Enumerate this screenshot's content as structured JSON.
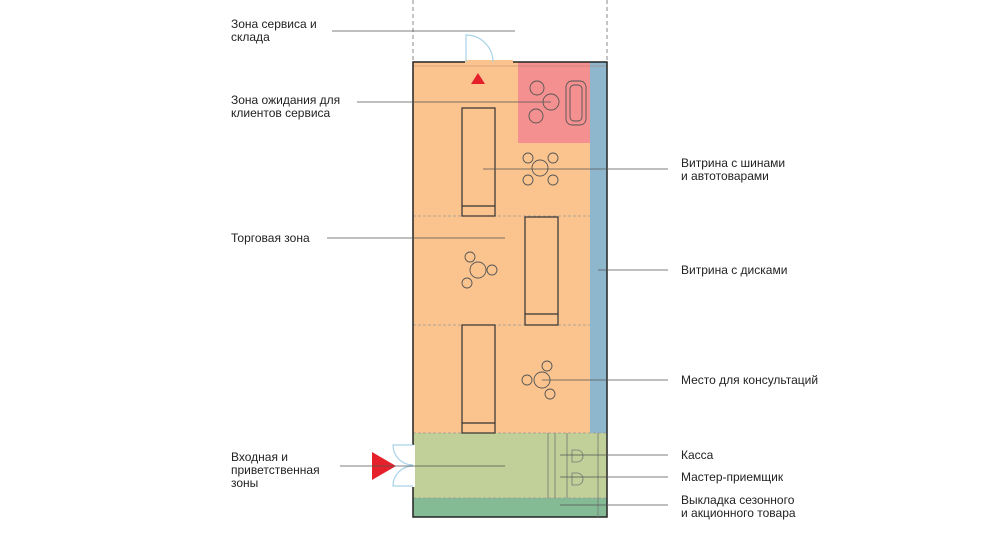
{
  "labels_left": [
    {
      "id": "service-storage",
      "text": "Зона сервиса и\nсклада"
    },
    {
      "id": "waiting",
      "text": "Зона ожидания для\nклиентов сервиса"
    },
    {
      "id": "trade",
      "text": "Торговая зона"
    },
    {
      "id": "entrance",
      "text": "Входная и\nприветственная\nзоны"
    }
  ],
  "labels_right": [
    {
      "id": "tires",
      "text": "Витрина с шинами\nи автотоварами"
    },
    {
      "id": "disks",
      "text": "Витрина с дисками"
    },
    {
      "id": "consult",
      "text": "Место для консультаций"
    },
    {
      "id": "cashier",
      "text": "Касса"
    },
    {
      "id": "master",
      "text": "Мастер-приемщик"
    },
    {
      "id": "seasonal",
      "text": "Выкладка сезонного\nи акционного товара"
    }
  ],
  "colors": {
    "trade": "#fbc48e",
    "waiting": "#f4908f",
    "disk_showcase": "#8eb6cc",
    "entrance": "#c1cf98",
    "seasonal": "#84bb94",
    "arrow": "#e5202a",
    "door": "#a9d3e8"
  }
}
